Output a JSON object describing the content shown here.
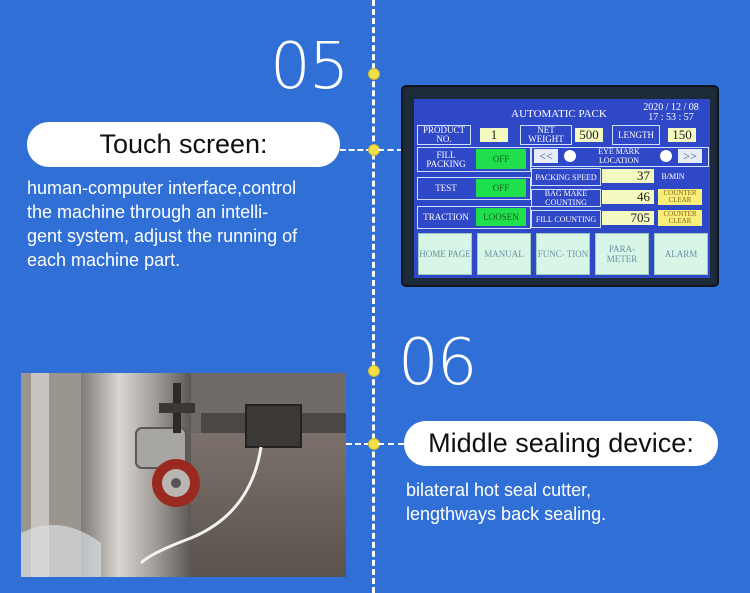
{
  "sections": [
    {
      "number": "05",
      "title": "Touch screen:",
      "description": [
        "human-computer interface,control",
        "the machine through an intelli-",
        "gent system, adjust the running of",
        "each machine part."
      ]
    },
    {
      "number": "06",
      "title": "Middle sealing device:",
      "description": [
        "bilateral hot seal cutter,",
        "lengthways back sealing."
      ]
    }
  ],
  "hmi": {
    "title": "AUTOMATIC PACK",
    "date": "2020 / 12 / 08",
    "time": "17 : 53 : 57",
    "product_label": "PRODUCT NO.",
    "product_value": "1",
    "net_weight_label": "NET WEIGHT",
    "net_weight_value": "500",
    "length_label": "LENGTH",
    "length_value": "150",
    "fill_packing_label": "FILL PACKING",
    "fill_packing_state": "OFF",
    "test_label": "TEST",
    "test_state": "OFF",
    "traction_label": "TRACTION",
    "traction_state": "LOOSEN",
    "eye_mark_label": "EYE MARK LOCATION",
    "left_arrows": "<<",
    "right_arrows": ">>",
    "packing_speed_label": "PACKING SPEED",
    "packing_speed_value": "37",
    "speed_unit": "B/MIN",
    "bag_make_label": "BAG MAKE COUNTING",
    "bag_make_value": "46",
    "fill_counting_label": "FILL COUNTING",
    "fill_counting_value": "705",
    "counter_clear_label": "COUNTER CLEAR",
    "keys": [
      "HOME PAGE",
      "MANUAL",
      "FUNC- TION",
      "PARA- METER",
      "ALARM"
    ]
  },
  "colors": {
    "background": "#2f6fd6",
    "dot": "#f3e046",
    "hmi_blue": "#2f48c8",
    "hmi_green": "#1fe04c",
    "hmi_yellow": "#f6f07a"
  }
}
